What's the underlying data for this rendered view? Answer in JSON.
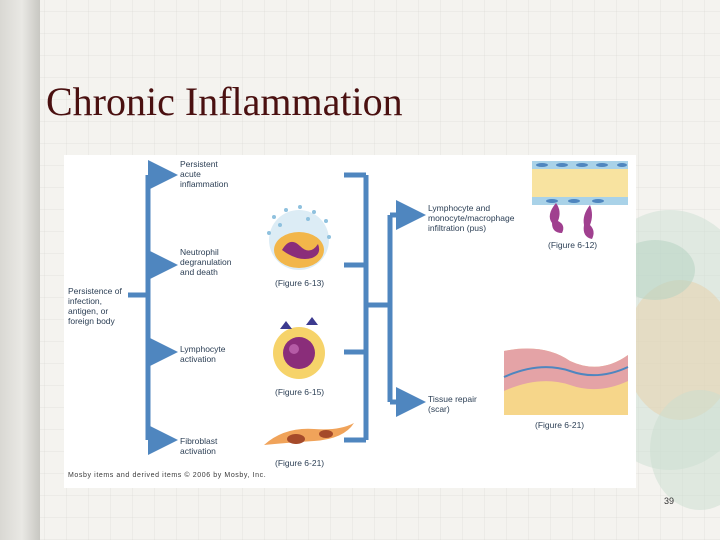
{
  "slide": {
    "title": "Chronic Inflammation",
    "page_number": "39"
  },
  "diagram": {
    "source_label": "Persistence of\ninfection,\nantigen, or\nforeign body",
    "middle_items": [
      "Persistent\nacute\ninflammation",
      "Neutrophil\ndegranulation\nand death",
      "Lymphocyte\nactivation",
      "Fibroblast\nactivation"
    ],
    "outcomes": [
      "Lymphocyte and\nmonocyte/macrophage\ninfiltration (pus)",
      "Tissue repair\n(scar)"
    ],
    "figure_refs": [
      "(Figure 6-13)",
      "(Figure 6-15)",
      "(Figure 6-21)",
      "(Figure 6-12)",
      "(Figure 6-21)"
    ],
    "credit": "Mosby items and derived items © 2006 by Mosby, Inc."
  }
}
